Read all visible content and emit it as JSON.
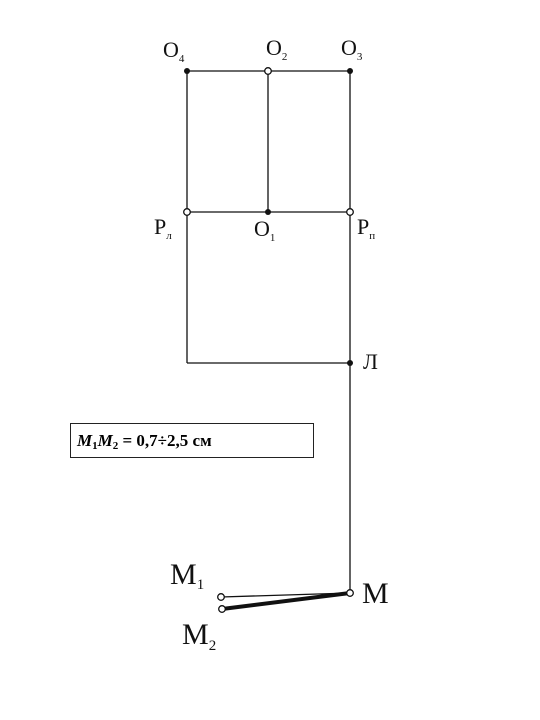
{
  "labels": {
    "o4": {
      "base": "O",
      "sub": "4"
    },
    "o2": {
      "base": "O",
      "sub": "2"
    },
    "o3": {
      "base": "O",
      "sub": "3"
    },
    "o1": {
      "base": "O",
      "sub": "1"
    },
    "pl": {
      "base": "P",
      "sub": "л"
    },
    "pp": {
      "base": "P",
      "sub": "п"
    },
    "l": {
      "base": "Л"
    },
    "m": {
      "base": "M"
    },
    "m1": {
      "base": "M",
      "sub": "1"
    },
    "m2": {
      "base": "M",
      "sub": "2"
    }
  },
  "formula": {
    "m1": "M",
    "m1_sub": "1",
    "m2": "M",
    "m2_sub": "2",
    "rest": " = 0,7÷2,5 см"
  }
}
